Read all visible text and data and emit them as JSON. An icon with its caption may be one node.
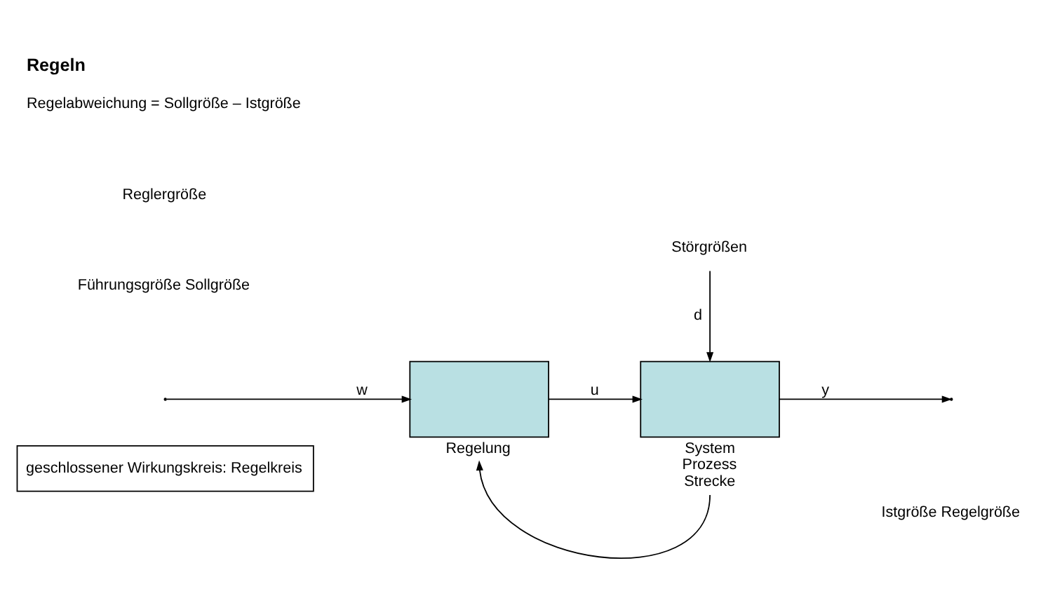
{
  "diagram": {
    "title": "Regeln",
    "nodes": [
      {
        "text": [
          "geschlossener Wirkungskreis: Regelkreis"
        ]
      },
      {
        "text": [
          "Störgrößen"
        ]
      },
      {
        "text": [],
        "shape": "box",
        "beside": [
          "Regelung"
        ]
      },
      {
        "text": [],
        "shape": "box",
        "beside": [
          "System Prozess Strecke"
        ]
      }
    ],
    "edges": [
      {
        "from": null,
        "to": 2,
        "arrow": "to",
        "label": "w"
      },
      {
        "from": 2,
        "to": 3,
        "arrow": "to",
        "label": "u"
      },
      {
        "from": 1,
        "to": 3,
        "arrow": "to",
        "label": "d"
      },
      {
        "from": 3,
        "to": null,
        "arrow": "to",
        "label": "y"
      },
      {
        "from": 3,
        "to": 2,
        "arrow": "to"
      }
    ],
    "labels": [
      "Führungsgröße Sollgröße",
      "Reglergröße",
      "Istgröße Regelgröße",
      "Regelabweichung = Sollgröße – Istgröße"
    ]
  }
}
